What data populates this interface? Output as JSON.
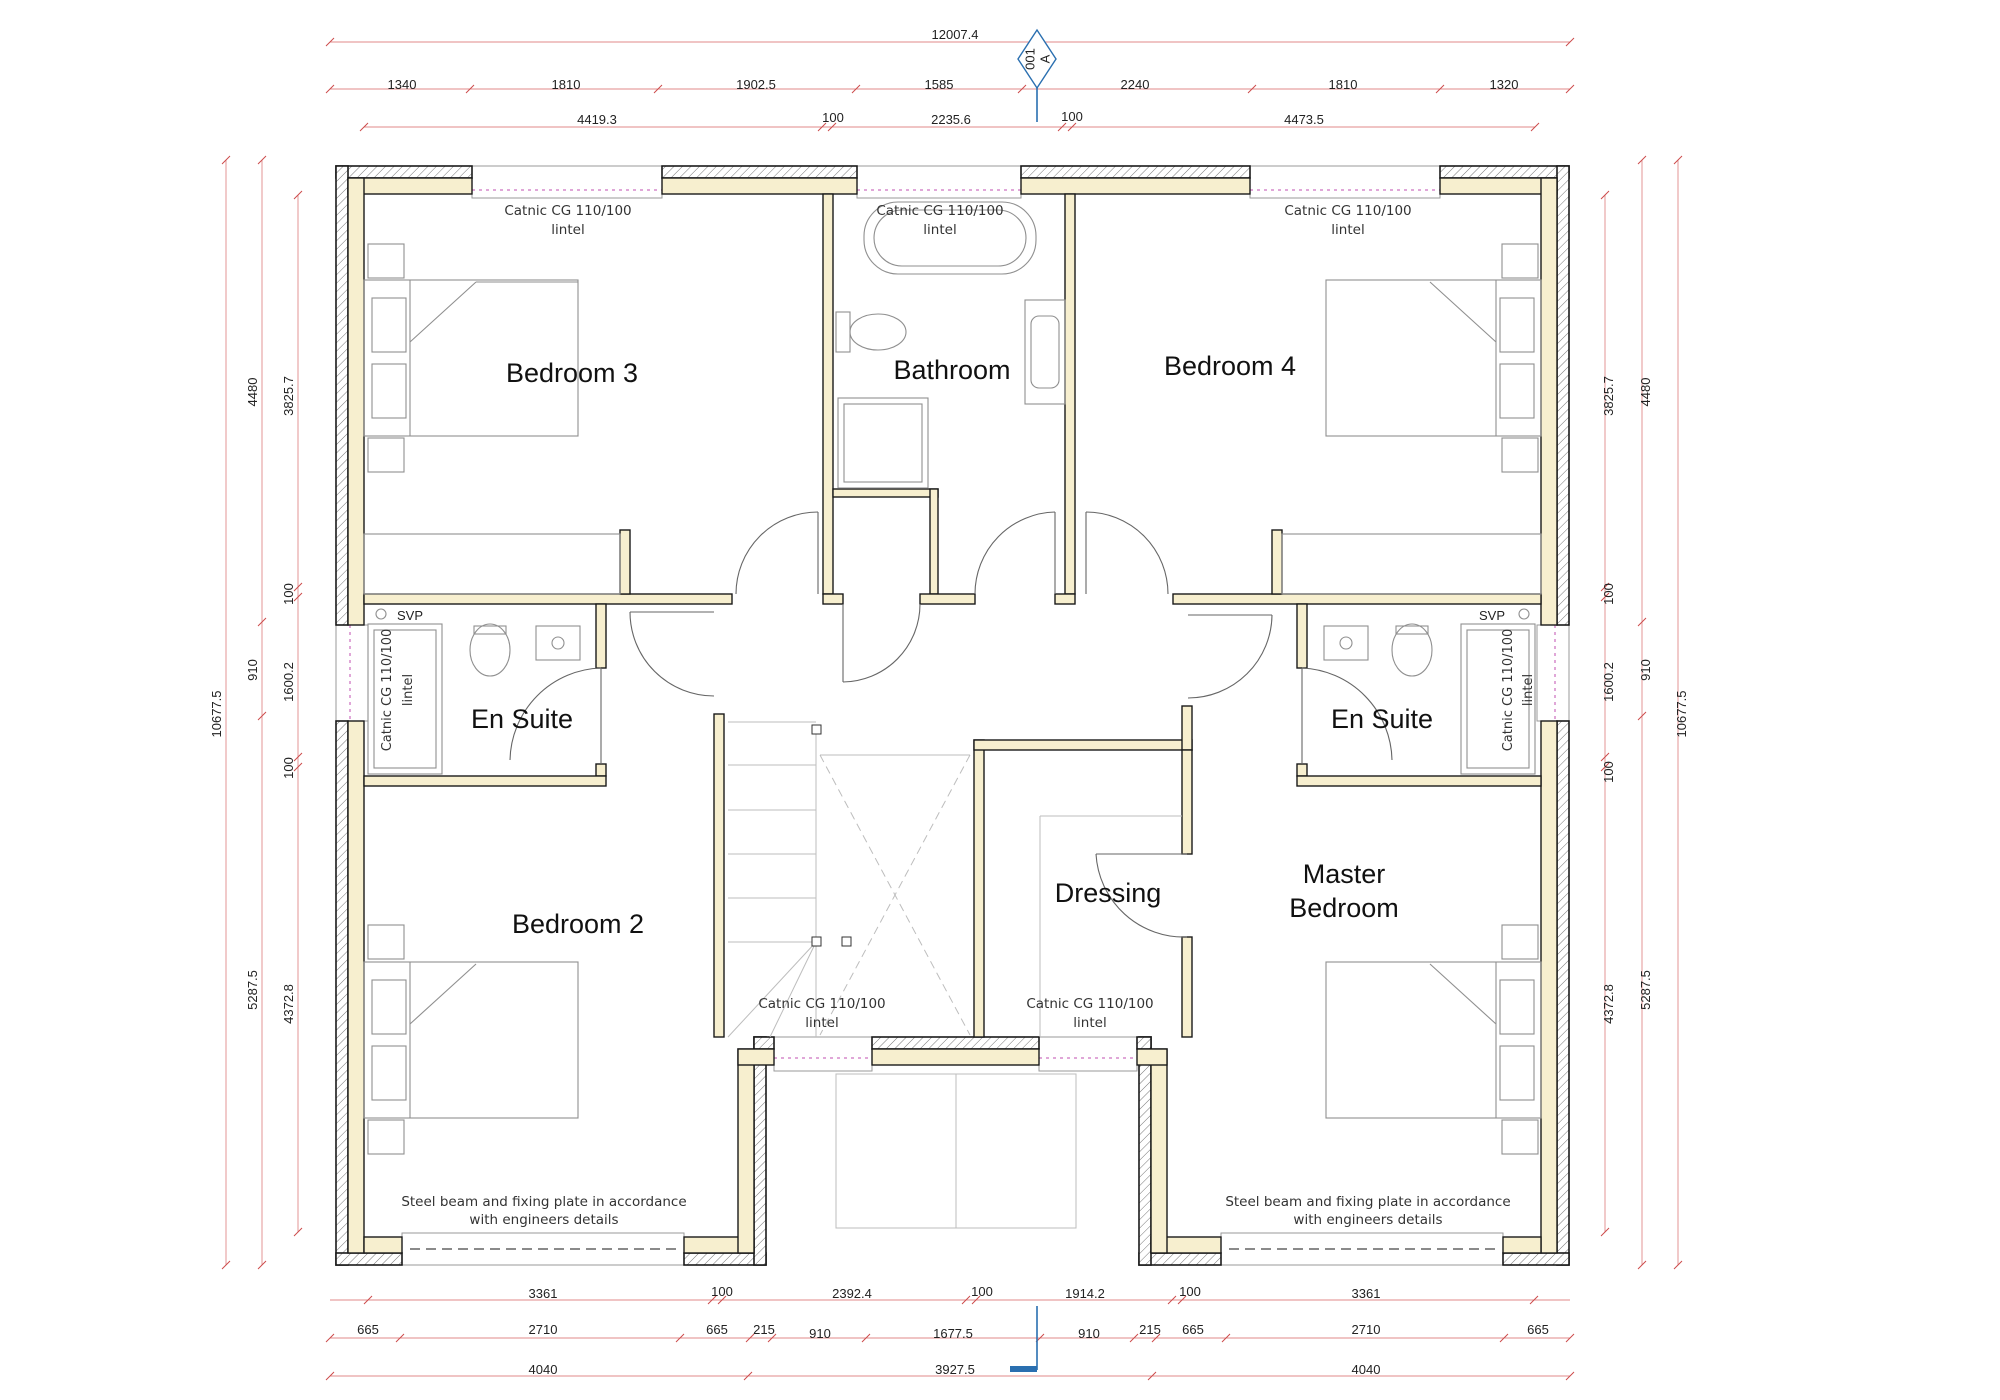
{
  "title_marker": {
    "sheet": "001",
    "ref": "A"
  },
  "dimensions": {
    "top_overall": "12007.4",
    "top_row1": [
      "1340",
      "1810",
      "1902.5",
      "1585",
      "2240",
      "1810",
      "1320"
    ],
    "top_row2": [
      "4419.3",
      "100",
      "2235.6",
      "100",
      "4473.5"
    ],
    "bottom_row1": [
      "3361",
      "100",
      "2392.4",
      "100",
      "1914.2",
      "100",
      "3361"
    ],
    "bottom_row2": [
      "665",
      "2710",
      "665",
      "215",
      "910",
      "1677.5",
      "910",
      "215",
      "665",
      "2710",
      "665"
    ],
    "bottom_row3": [
      "4040",
      "3927.5",
      "4040"
    ],
    "left_outer": "10677.5",
    "left_mid": [
      "4480",
      "910",
      "5287.5"
    ],
    "left_inner": [
      "3825.7",
      "100",
      "1600.2",
      "100",
      "4372.8"
    ],
    "right_outer": "10677.5",
    "right_mid": [
      "4480",
      "910",
      "5287.5"
    ],
    "right_inner": [
      "3825.7",
      "100",
      "1600.2",
      "100",
      "4372.8"
    ]
  },
  "rooms": {
    "bedroom3": "Bedroom 3",
    "bathroom": "Bathroom",
    "bedroom4": "Bedroom 4",
    "ensuite_left": "En Suite",
    "ensuite_right": "En Suite",
    "bedroom2": "Bedroom 2",
    "dressing": "Dressing",
    "master_line1": "Master",
    "master_line2": "Bedroom"
  },
  "notes": {
    "svp_left": "SVP",
    "svp_right": "SVP",
    "lintel_line1": "Catnic CG 110/100",
    "lintel_line2": "lintel",
    "beam_line1": "Steel beam and fixing plate in accordance",
    "beam_line2": "with engineers details"
  },
  "colors": {
    "wall_fill": "#f7efcf",
    "wall_line": "#1a1a1a",
    "dimension_line": "#e08a8a",
    "section_marker": "#2a6fb0"
  }
}
